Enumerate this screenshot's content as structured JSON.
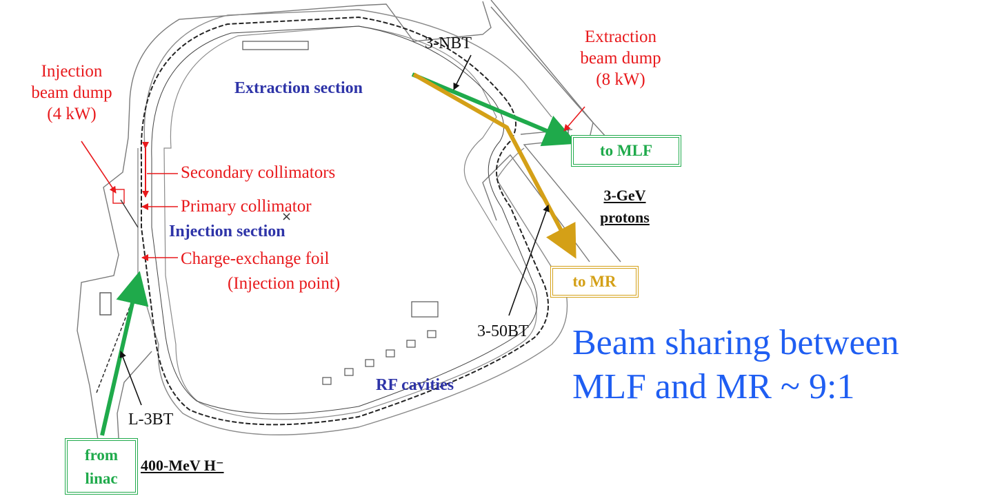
{
  "labels": {
    "injection_dump": [
      "Injection",
      "beam dump",
      "(4 kW)"
    ],
    "extraction_dump": [
      "Extraction",
      "beam dump",
      "(8 kW)"
    ],
    "nbt": "3-NBT",
    "extraction_section": "Extraction section",
    "injection_section": "Injection section",
    "secondary_collimators": "Secondary collimators",
    "primary_collimator": "Primary collimator",
    "charge_exchange_foil": "Charge-exchange foil",
    "injection_point": "(Injection point)",
    "to_mlf": "to MLF",
    "to_mr": "to MR",
    "gev_protons": [
      "3-GeV",
      "protons"
    ],
    "bt_50": "3-50BT",
    "rf_cavities": "RF cavities",
    "l3bt": "L-3BT",
    "from_linac": [
      "from",
      "linac"
    ],
    "mev_h": "400-MeV H⁻"
  },
  "headline": [
    "Beam sharing between",
    "MLF and MR ~ 9:1"
  ],
  "colors": {
    "mlf_beam": "#1faa4b",
    "mr_beam": "#d4a017",
    "annotation_red": "#e8191c",
    "section_blue": "#2e34a8",
    "headline_blue": "#1f5ef2"
  }
}
